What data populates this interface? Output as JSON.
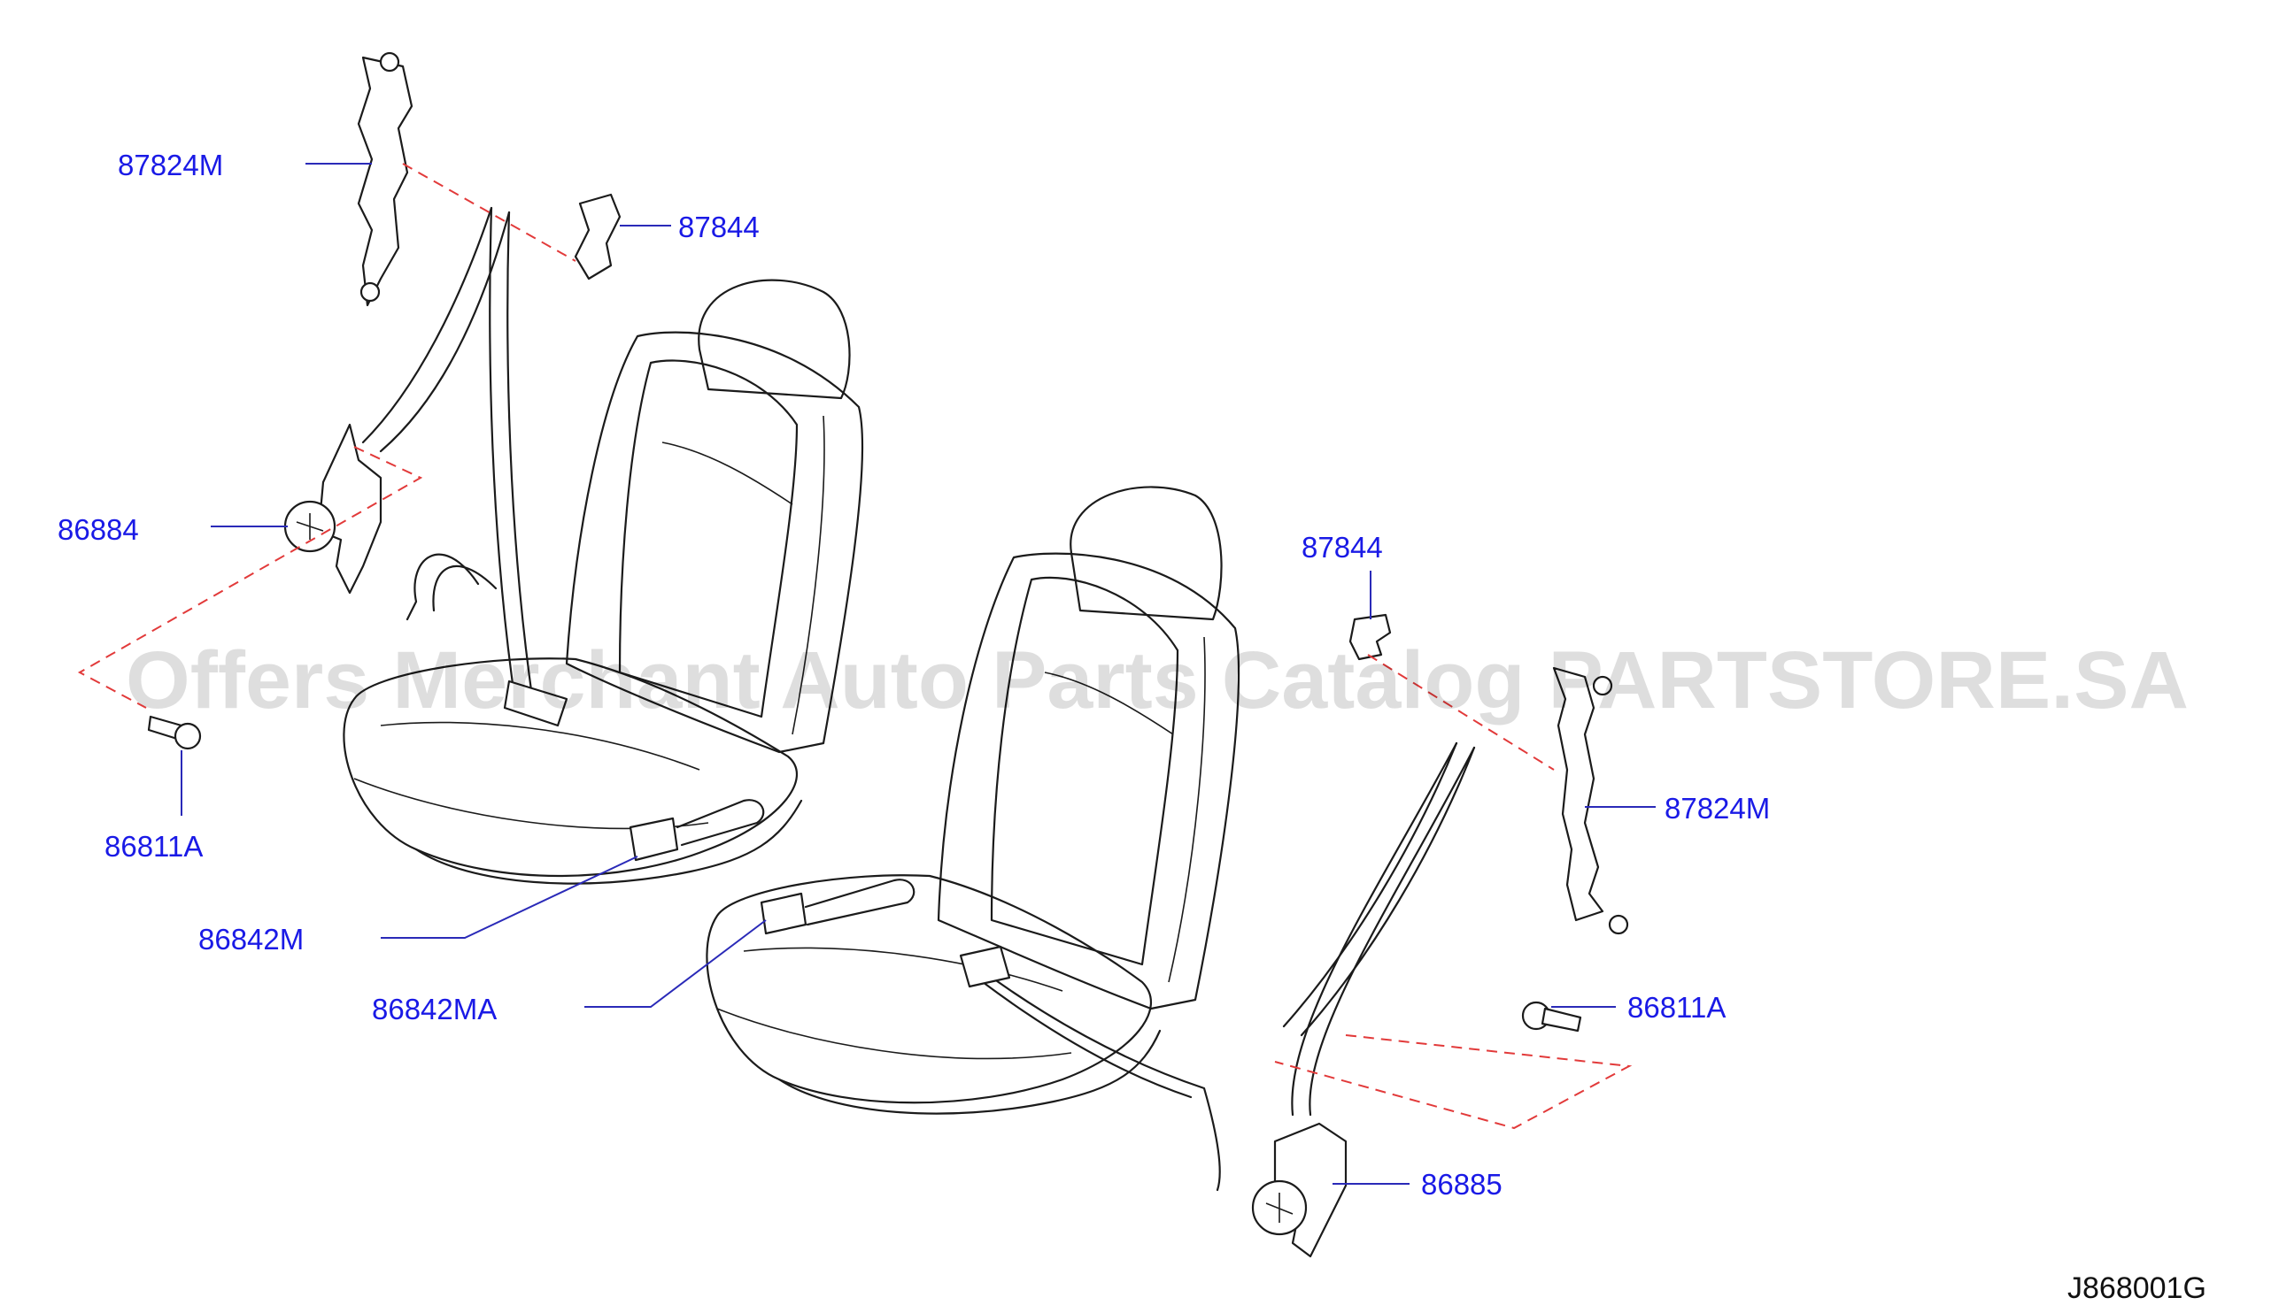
{
  "parts": {
    "p87824m_left": "87824M",
    "p87844_left": "87844",
    "p86884": "86884",
    "p86811a_left": "86811A",
    "p86842m": "86842M",
    "p86842ma": "86842MA",
    "p87844_right": "87844",
    "p87824m_right": "87824M",
    "p86811a_right": "86811A",
    "p86885": "86885"
  },
  "diagram_code": "J868001G",
  "watermark": "Offers Merchant Auto Parts Catalog PARTSTORE.SA",
  "colors": {
    "label": "#1a1ae6",
    "leader": "#2a2ab8",
    "dash": "#e23a3a",
    "ink": "#1b1b1b"
  }
}
